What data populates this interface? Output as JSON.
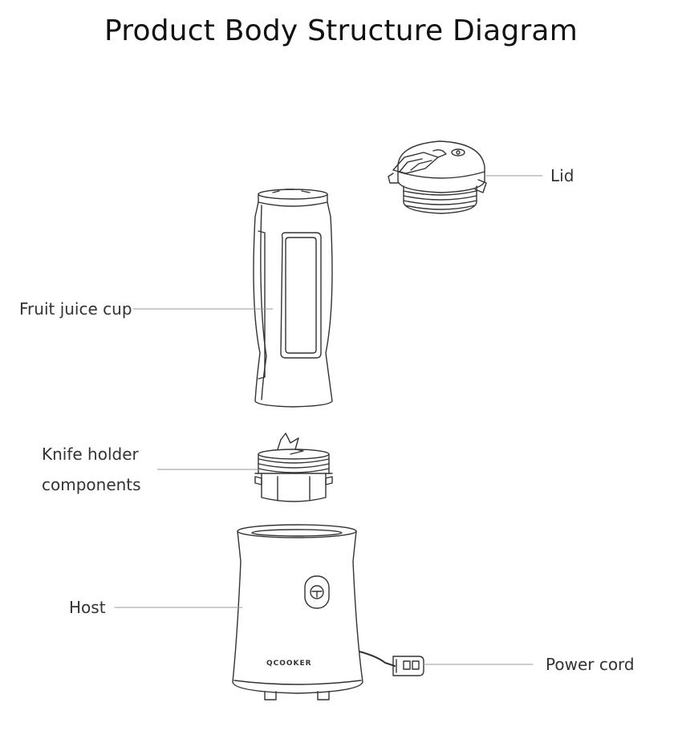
{
  "title": "Product Body Structure Diagram",
  "parts": [
    {
      "id": "lid",
      "label": "Lid"
    },
    {
      "id": "cup",
      "label": "Fruit juice cup"
    },
    {
      "id": "knife",
      "label_lines": [
        "Knife holder",
        "components"
      ]
    },
    {
      "id": "host",
      "label": "Host"
    },
    {
      "id": "cord",
      "label": "Power cord"
    }
  ],
  "brand": "QCOOKER"
}
